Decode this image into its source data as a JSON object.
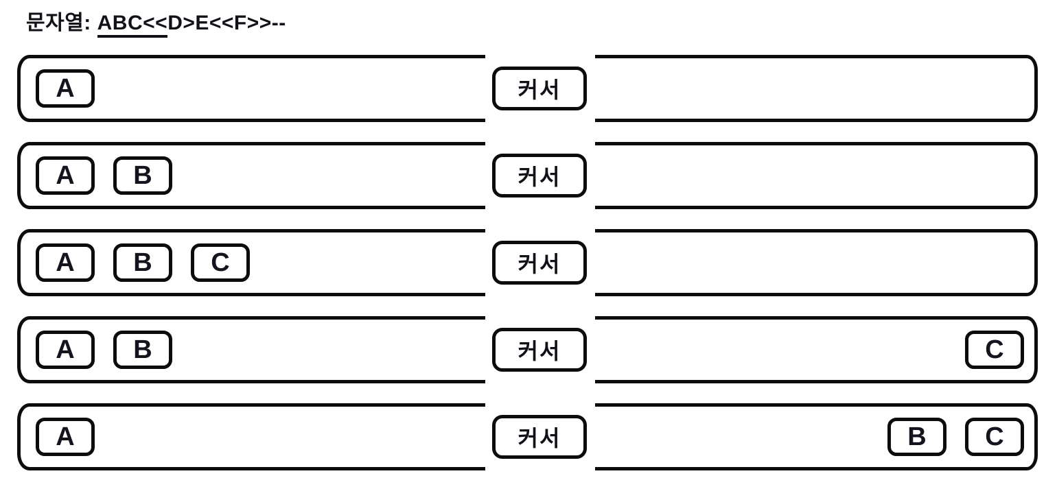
{
  "title": {
    "prefix": "문자열: ",
    "underlined": "ABC<<",
    "rest": "D>E<<F>>--"
  },
  "cursor": {
    "label": "커서"
  },
  "rows": [
    {
      "left_chars": [
        "A"
      ],
      "right_chars": []
    },
    {
      "left_chars": [
        "A",
        "B"
      ],
      "right_chars": []
    },
    {
      "left_chars": [
        "A",
        "B",
        "C"
      ],
      "right_chars": []
    },
    {
      "left_chars": [
        "A",
        "B"
      ],
      "right_chars": [
        "C"
      ]
    },
    {
      "left_chars": [
        "A"
      ],
      "right_chars": [
        "B",
        "C"
      ]
    }
  ],
  "colors": {
    "line": "#0c0c0c",
    "background": "#ffffff",
    "text": "#111118"
  }
}
